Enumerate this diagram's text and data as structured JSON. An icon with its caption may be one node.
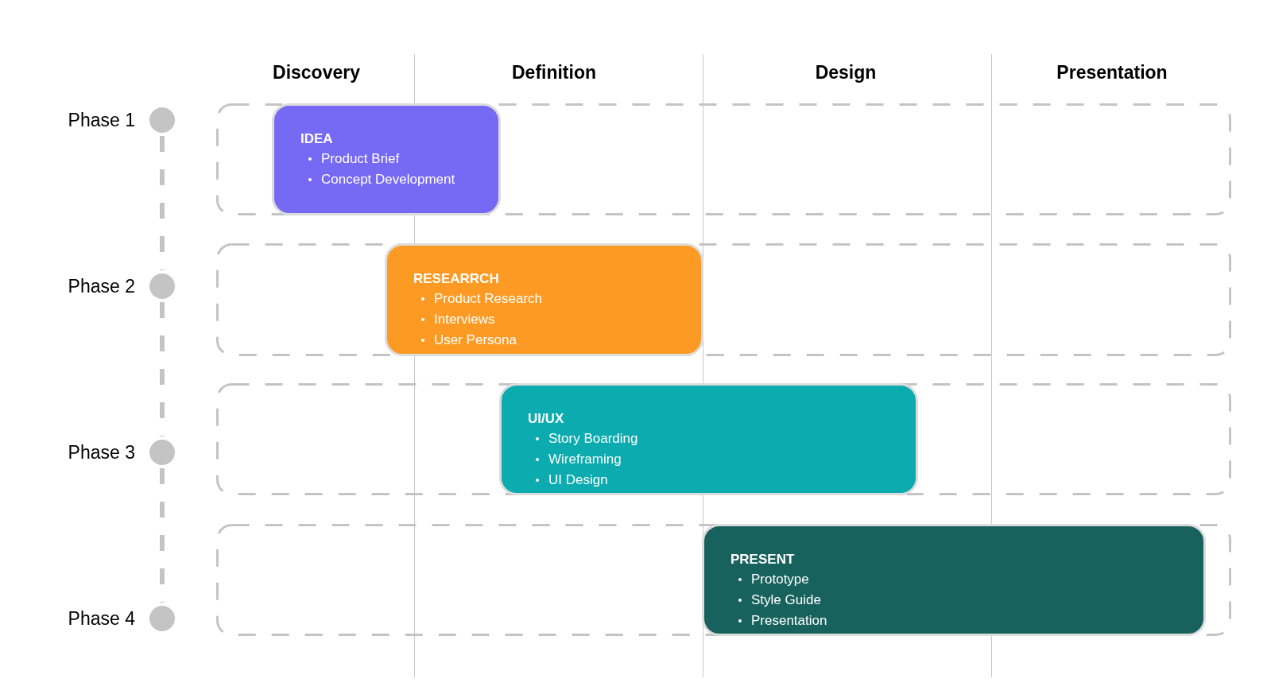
{
  "diagram": {
    "nodes": [
      {
        "text": [],
        "shape": "box"
      },
      {
        "text": [],
        "shape": "box"
      },
      {
        "text": [],
        "shape": "box"
      },
      {
        "text": [],
        "shape": "box"
      },
      {
        "text": [
          "IDEA",
          "Product Brief",
          "Concept Development"
        ],
        "in": 0
      },
      {
        "text": [
          "RESEARRCH",
          "Product Research",
          "Interviews",
          "User Persona"
        ],
        "in": 1
      },
      {
        "text": [
          "UI/UX",
          "Story Boarding",
          "Wireframing",
          "UI Design"
        ],
        "in": 2
      },
      {
        "text": [
          "PRESENT",
          "Prototype",
          "Style Guide",
          "Presentation"
        ],
        "in": 3
      },
      {
        "text": [],
        "shape": "circle",
        "beside": [
          "Phase 1"
        ]
      },
      {
        "text": [],
        "shape": "circle",
        "beside": [
          "Phase 2"
        ]
      },
      {
        "text": [],
        "shape": "circle",
        "beside": [
          "Phase 3"
        ]
      },
      {
        "text": [],
        "shape": "circle",
        "beside": [
          "Phase 4"
        ]
      }
    ],
    "edges": [
      {
        "from": 8,
        "to": 9,
        "arrow": "none",
        "style": "dashed"
      },
      {
        "from": 9,
        "to": 10,
        "arrow": "none",
        "style": "dashed"
      },
      {
        "from": 10,
        "to": 11,
        "arrow": "none",
        "style": "dashed"
      }
    ],
    "labels": [
      "Discovery",
      "Definition",
      "Design",
      "Presentation"
    ]
  }
}
